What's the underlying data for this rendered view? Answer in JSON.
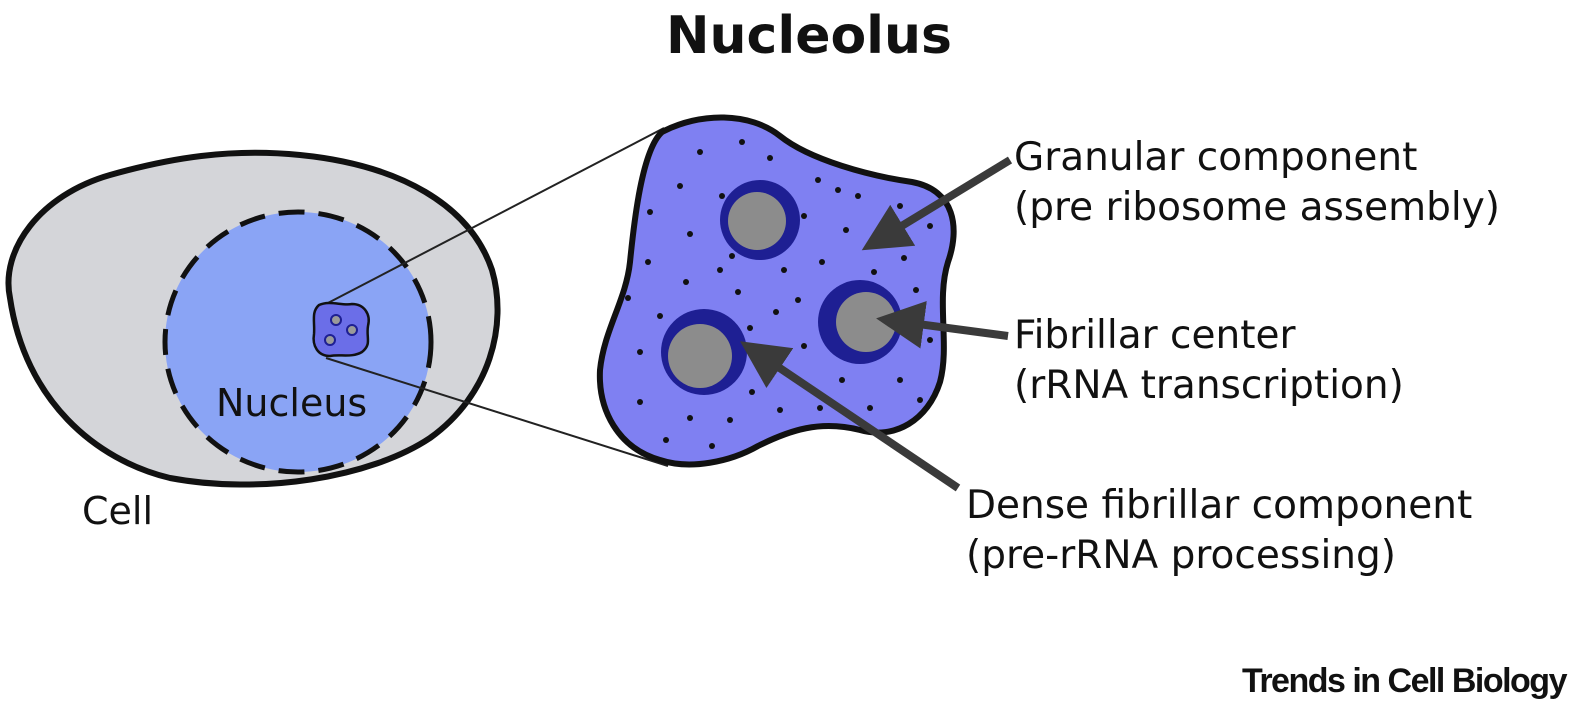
{
  "title": "Nucleolus",
  "labels": {
    "cell": "Cell",
    "nucleus": "Nucleus",
    "granular_component": {
      "name": "Granular component",
      "role": "(pre ribosome assembly)"
    },
    "fibrillar_center": {
      "name": "Fibrillar center",
      "role": "(rRNA transcription)"
    },
    "dense_fibrillar_component": {
      "name": "Dense fibrillar component",
      "role": "(pre-rRNA processing)"
    }
  },
  "footer": "Trends in Cell Biology",
  "colors": {
    "cell_fill": "#d4d5d9",
    "nucleus_fill": "#8aa4f5",
    "nucleolus_fill": "#7f80f2",
    "dense_ring": "#1e1f93",
    "fibrillar_core": "#8c8c8c",
    "outline": "#111111",
    "arrow": "#3a3a3a"
  }
}
